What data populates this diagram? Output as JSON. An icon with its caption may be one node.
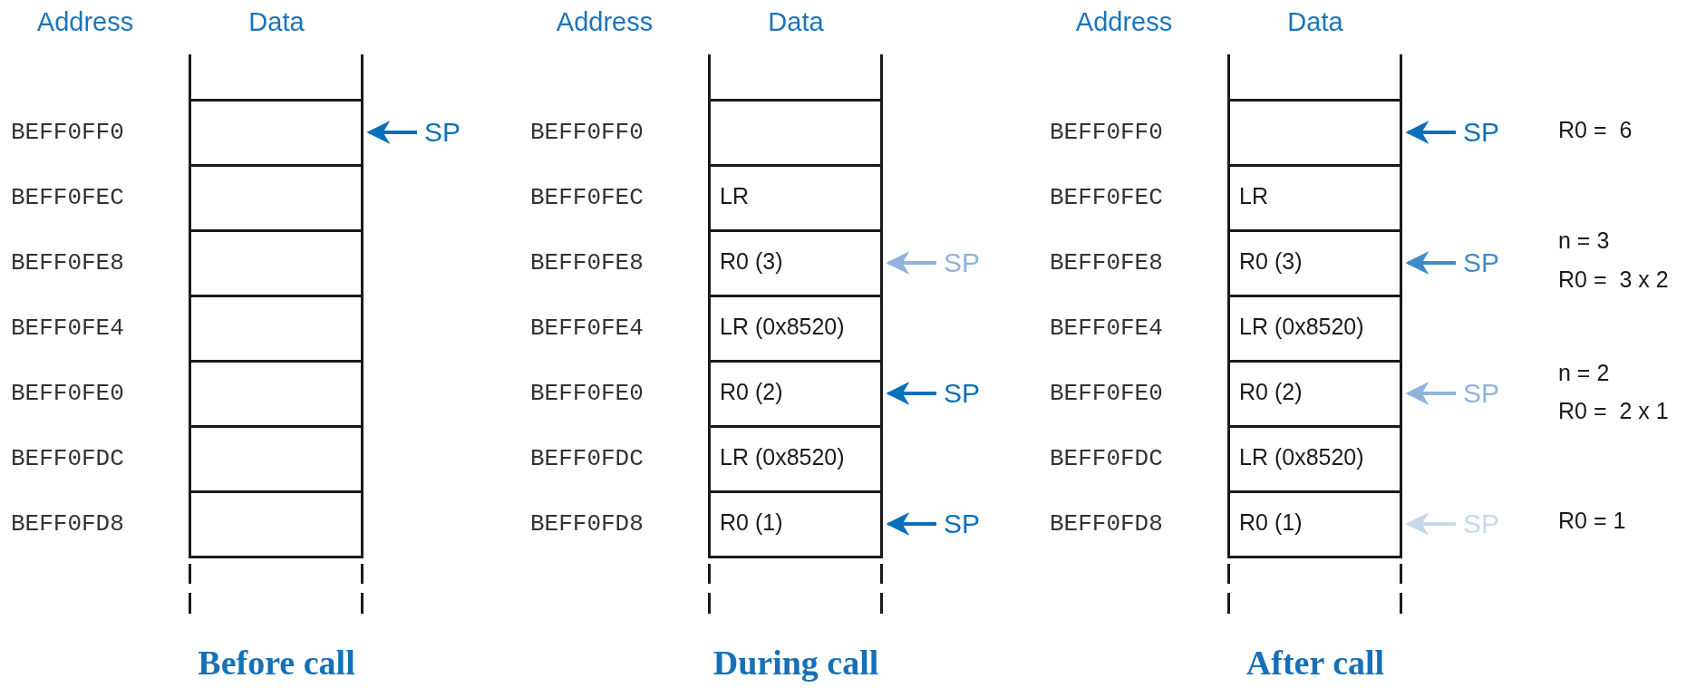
{
  "diagram": {
    "nodes": [
      {
        "text": [],
        "shape": "box",
        "beside": [
          "BEFF0FF0"
        ]
      },
      {
        "text": [],
        "shape": "box",
        "beside": [
          "BEFF0FEC"
        ]
      },
      {
        "text": [],
        "shape": "box",
        "beside": [
          "BEFF0FE8"
        ]
      },
      {
        "text": [],
        "shape": "box",
        "beside": [
          "BEFF0FE4"
        ]
      },
      {
        "text": [],
        "shape": "box",
        "beside": [
          "BEFF0FE0"
        ]
      },
      {
        "text": [],
        "shape": "box",
        "beside": [
          "BEFF0FDC"
        ]
      },
      {
        "text": [],
        "shape": "box",
        "beside": [
          "BEFF0FD8"
        ]
      },
      {
        "text": [
          "SP"
        ]
      },
      {
        "text": [],
        "shape": "box",
        "beside": [
          "BEFF0FF0"
        ]
      },
      {
        "text": [
          "LR"
        ],
        "beside": [
          "BEFF0FEC"
        ]
      },
      {
        "text": [
          "R0 (3)"
        ],
        "beside": [
          "BEFF0FE8"
        ]
      },
      {
        "text": [
          "LR (0x8520)"
        ],
        "beside": [
          "BEFF0FE4"
        ]
      },
      {
        "text": [
          "R0 (2)"
        ],
        "beside": [
          "BEFF0FE0"
        ]
      },
      {
        "text": [
          "LR (0x8520)"
        ],
        "beside": [
          "BEFF0FDC"
        ]
      },
      {
        "text": [
          "R0 (1)"
        ],
        "beside": [
          "BEFF0FD8"
        ]
      },
      {
        "text": [
          "SP"
        ]
      },
      {
        "text": [
          "SP"
        ]
      },
      {
        "text": [
          "SP"
        ]
      },
      {
        "text": [],
        "shape": "box",
        "beside": [
          "BEFF0FF0"
        ]
      },
      {
        "text": [
          "LR"
        ],
        "beside": [
          "BEFF0FEC"
        ]
      },
      {
        "text": [
          "R0 (3)"
        ],
        "beside": [
          "BEFF0FE8"
        ]
      },
      {
        "text": [
          "LR (0x8520)"
        ],
        "beside": [
          "BEFF0FE4"
        ]
      },
      {
        "text": [
          "R0 (2)"
        ],
        "beside": [
          "BEFF0FE0"
        ]
      },
      {
        "text": [
          "LR (0x8520)"
        ],
        "beside": [
          "BEFF0FDC"
        ]
      },
      {
        "text": [
          "R0 (1)"
        ],
        "beside": [
          "BEFF0FD8"
        ]
      },
      {
        "text": [
          "SP"
        ]
      },
      {
        "text": [
          "SP"
        ]
      },
      {
        "text": [
          "SP"
        ]
      },
      {
        "text": [
          "SP"
        ]
      }
    ],
    "edges": [
      {
        "from": 7,
        "to": 0,
        "arrow": "to"
      },
      {
        "from": 15,
        "to": 10,
        "arrow": "to",
        "color": "#8fb3dc"
      },
      {
        "from": 16,
        "to": 12,
        "arrow": "to"
      },
      {
        "from": 17,
        "to": 14,
        "arrow": "to"
      },
      {
        "from": 25,
        "to": 18,
        "arrow": "to"
      },
      {
        "from": 26,
        "to": 20,
        "arrow": "to",
        "color": "#3d8cca"
      },
      {
        "from": 27,
        "to": 22,
        "arrow": "to",
        "color": "#8fb3dc"
      },
      {
        "from": 28,
        "to": 24,
        "arrow": "to",
        "color": "#c8d8ec"
      }
    ],
    "labels": [
      "Address",
      "Data",
      "Address",
      "Data",
      "Address",
      "Data",
      "R0 =  6",
      "n = 3",
      "R0 =  3 x 2",
      "n = 2",
      "R0 =  2 x 1",
      "R0 = 1",
      "Before call",
      "During call",
      "After call"
    ]
  }
}
